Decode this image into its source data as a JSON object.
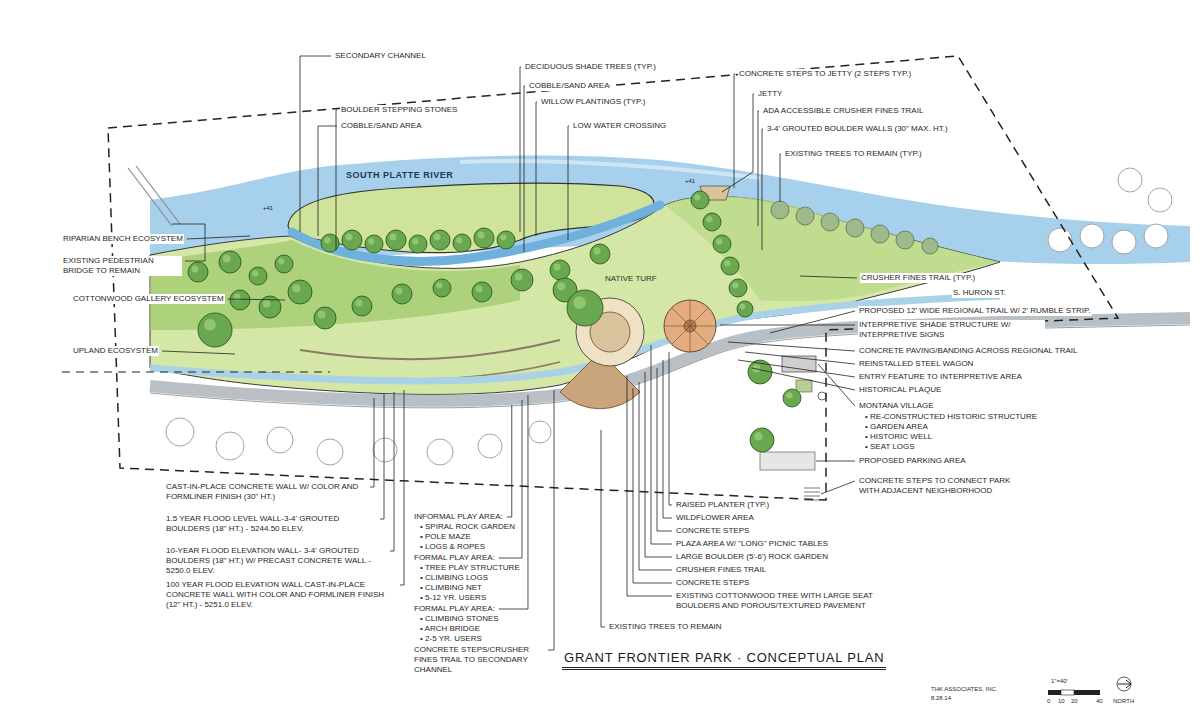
{
  "diagram": {
    "title": "GRANT FRONTIER PARK · CONCEPTUAL PLAN",
    "labels": [
      "SOUTH PLATTE RIVER",
      "SECONDARY CHANNEL",
      "BOULDER STEPPING STONES",
      "COBBLE/SAND AREA",
      "DECIDUOUS SHADE TREES (TYP.)",
      "COBBLE/SAND AREA",
      "WILLOW PLANTINGS (TYP.)",
      "LOW WATER CROSSING",
      "CONCRETE STEPS TO JETTY (2 STEPS TYP.)",
      "JETTY",
      "ADA ACCESSIBLE CRUSHER FINES TRAIL",
      "3-4' GROUTED BOULDER WALLS (30\" MAX. HT.)",
      "EXISTING TREES TO REMAIN (TYP.)",
      "RIPARIAN BENCH ECOSYSTEM",
      "EXISTING PEDESTRIAN BRIDGE TO REMAIN",
      "COTTONWOOD GALLERY ECOSYSTEM",
      "UPLAND ECOSYSTEM",
      "NATIVE TURF",
      "CRUSHER FINES TRAIL (TYP.)",
      "S. HURON ST.",
      "PROPOSED 12' WIDE REGIONAL TRAIL W/ 2' RUMBLE STRIP.",
      "INTERPRETIVE SHADE STRUCTURE W/ INTERPRETIVE SIGNS",
      "CONCRETE PAVING/BANDING ACROSS REGIONAL TRAIL",
      "REINSTALLED STEEL WAGON",
      "ENTRY FEATURE TO INTERPRETIVE AREA",
      "HISTORICAL PLAQUE",
      "MONTANA VILLAGE",
      "• RE-CONSTRUCTED HISTORIC STRUCTURE",
      "• GARDEN AREA",
      "• HISTORIC WELL",
      "• SEAT LOGS",
      "PROPOSED PARKING AREA",
      "CONCRETE STEPS TO CONNECT PARK WITH ADJACENT NEIGHBORHOOD",
      "CAST-IN-PLACE CONCRETE WALL W/ COLOR AND FORMLINER FINISH (30\" HT.)",
      "1.5 YEAR FLOOD LEVEL WALL-3-4' GROUTED BOULDERS (18\" HT.) - 5244.50 ELEV.",
      "10-YEAR FLOOD ELEVATION WALL- 3-4' GROUTED BOULDERS (18\" HT.) W/ PRECAST CONCRETE WALL - 5250.0 ELEV.",
      "100 YEAR FLOOD ELEVATION WALL CAST-IN-PLACE CONCRETE WALL WITH COLOR AND FORMLINER FINISH (12\" HT.) - 5251.0 ELEV.",
      "INFORMAL PLAY AREA:",
      "• SPIRAL ROCK GARDEN",
      "• POLE MAZE",
      "• LOGS & ROPES",
      "FORMAL PLAY AREA:",
      "• TREE PLAY STRUCTURE",
      "• CLIMBING LOGS",
      "• CLIMBING NET",
      "• 5-12 YR. USERS",
      "FORMAL PLAY AREA:",
      "• CLIMBING STONES",
      "• ARCH BRIDGE",
      "• 2-5 YR. USERS",
      "CONCRETE STEPS/CRUSHER FINES TRAIL TO SECONDARY CHANNEL",
      "RAISED PLANTER (TYP.)",
      "WILDFLOWER AREA",
      "CONCRETE STEPS",
      "PLAZA AREA W/ \"LONG\" PICNIC TABLES",
      "LARGE BOULDER (5'-6') ROCK GARDEN",
      "CRUSHER FINES TRAIL",
      "CONCRETE STEPS",
      "EXISTING COTTONWOOD TREE WITH LARGE SEAT BOULDERS AND POROUS/TEXTURED PAVEMENT",
      "EXISTING TREES TO REMAIN",
      "THK ASSOCIATES, INC.",
      "8.28.14",
      "+41",
      "+41",
      "1\"=40'",
      "0",
      "10",
      "20",
      "40",
      "NORTH"
    ]
  }
}
